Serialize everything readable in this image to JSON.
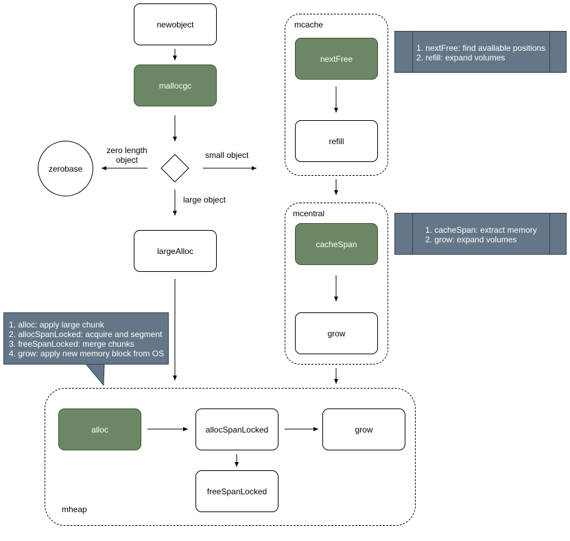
{
  "nodes": {
    "newobject": "newobject",
    "mallocgc": "mallocgc",
    "zerobase": "zerobase",
    "largeAlloc": "largeAlloc",
    "nextFree": "nextFree",
    "refill": "refill",
    "cacheSpan": "cacheSpan",
    "central_grow": "grow",
    "heap_alloc": "alloc",
    "allocSpanLocked": "allocSpanLocked",
    "heap_grow": "grow",
    "freeSpanLocked": "freeSpanLocked"
  },
  "groups": {
    "mcache": "mcache",
    "mcentral": "mcentral",
    "mheap": "mheap"
  },
  "edge_labels": {
    "zero_length_line1": "zero length",
    "zero_length_line2": "object",
    "small_object": "small object",
    "large_object": "large object"
  },
  "notes": {
    "mcache": [
      "1. nextFree: find available positions",
      "2. refill: expand volumes"
    ],
    "mcentral": [
      "1. cacheSpan: extract memory",
      "2. grow: expand volumes"
    ],
    "mheap": [
      "1. alloc: apply large chunk",
      "2. allocSpanLocked: acquire and segment",
      "3. freeSpanLocked: merge chunks",
      "4. grow: apply new memory block from OS"
    ]
  },
  "colors": {
    "green_fill": "#6d8764",
    "note_fill": "#647687"
  }
}
